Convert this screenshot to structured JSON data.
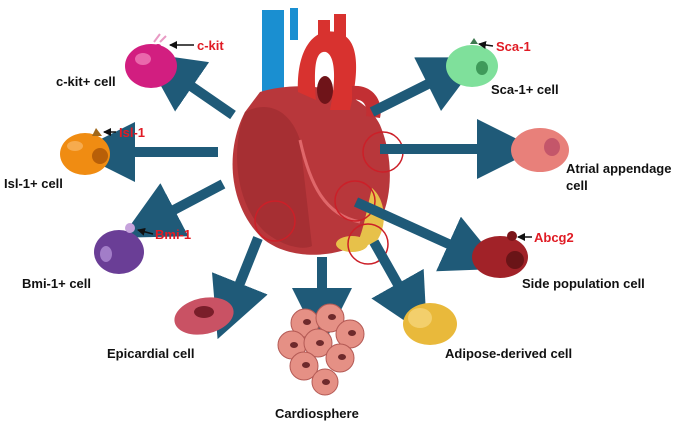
{
  "colors": {
    "arrow": "#1f5a78",
    "marker_text": "#e01b24",
    "label_text": "#111111",
    "heart": "#b8373b",
    "aorta": "#d8322f",
    "vessel_blue": "#1a8fd1",
    "fat": "#e7c14a"
  },
  "cells": [
    {
      "label": "c-kit+ cell",
      "marker": "c-kit"
    },
    {
      "label": "Isl-1+ cell",
      "marker": "Isl-1"
    },
    {
      "label": "Bmi-1+ cell",
      "marker": "Bmi-1"
    },
    {
      "label": "Epicardial cell",
      "marker": ""
    },
    {
      "label": "Cardiosphere",
      "marker": ""
    },
    {
      "label": "Adipose-derived cell",
      "marker": ""
    },
    {
      "label": "Side population cell",
      "marker": "Abcg2"
    },
    {
      "label": "Atrial appendage cell",
      "marker": ""
    },
    {
      "label": "Sca-1+ cell",
      "marker": "Sca-1"
    }
  ]
}
